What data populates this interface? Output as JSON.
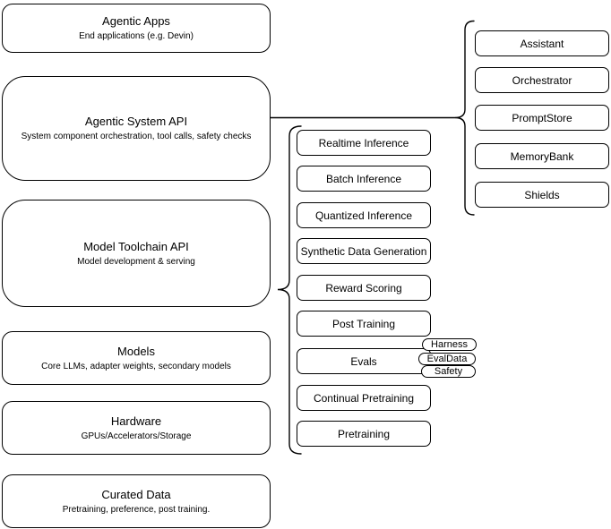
{
  "diagram": {
    "background_color": "#ffffff",
    "stroke_color": "#000000",
    "left_column": [
      {
        "title": "Agentic Apps",
        "subtitle": "End applications (e.g. Devin)"
      },
      {
        "title": "Agentic System API",
        "subtitle": "System component orchestration, tool calls, safety checks"
      },
      {
        "title": "Model Toolchain API",
        "subtitle": "Model development & serving"
      },
      {
        "title": "Models",
        "subtitle": "Core LLMs, adapter weights, secondary models"
      },
      {
        "title": "Hardware",
        "subtitle": "GPUs/Accelerators/Storage"
      },
      {
        "title": "Curated Data",
        "subtitle": "Pretraining, preference, post training."
      }
    ],
    "toolchain_items": [
      "Realtime Inference",
      "Batch Inference",
      "Quantized Inference",
      "Synthetic Data Generation",
      "Reward Scoring",
      "Post Training",
      "Evals",
      "Continual Pretraining",
      "Pretraining"
    ],
    "evals_tags": [
      "Harness",
      "EvalData",
      "Safety"
    ],
    "system_components": [
      "Assistant",
      "Orchestrator",
      "PromptStore",
      "MemoryBank",
      "Shields"
    ]
  }
}
